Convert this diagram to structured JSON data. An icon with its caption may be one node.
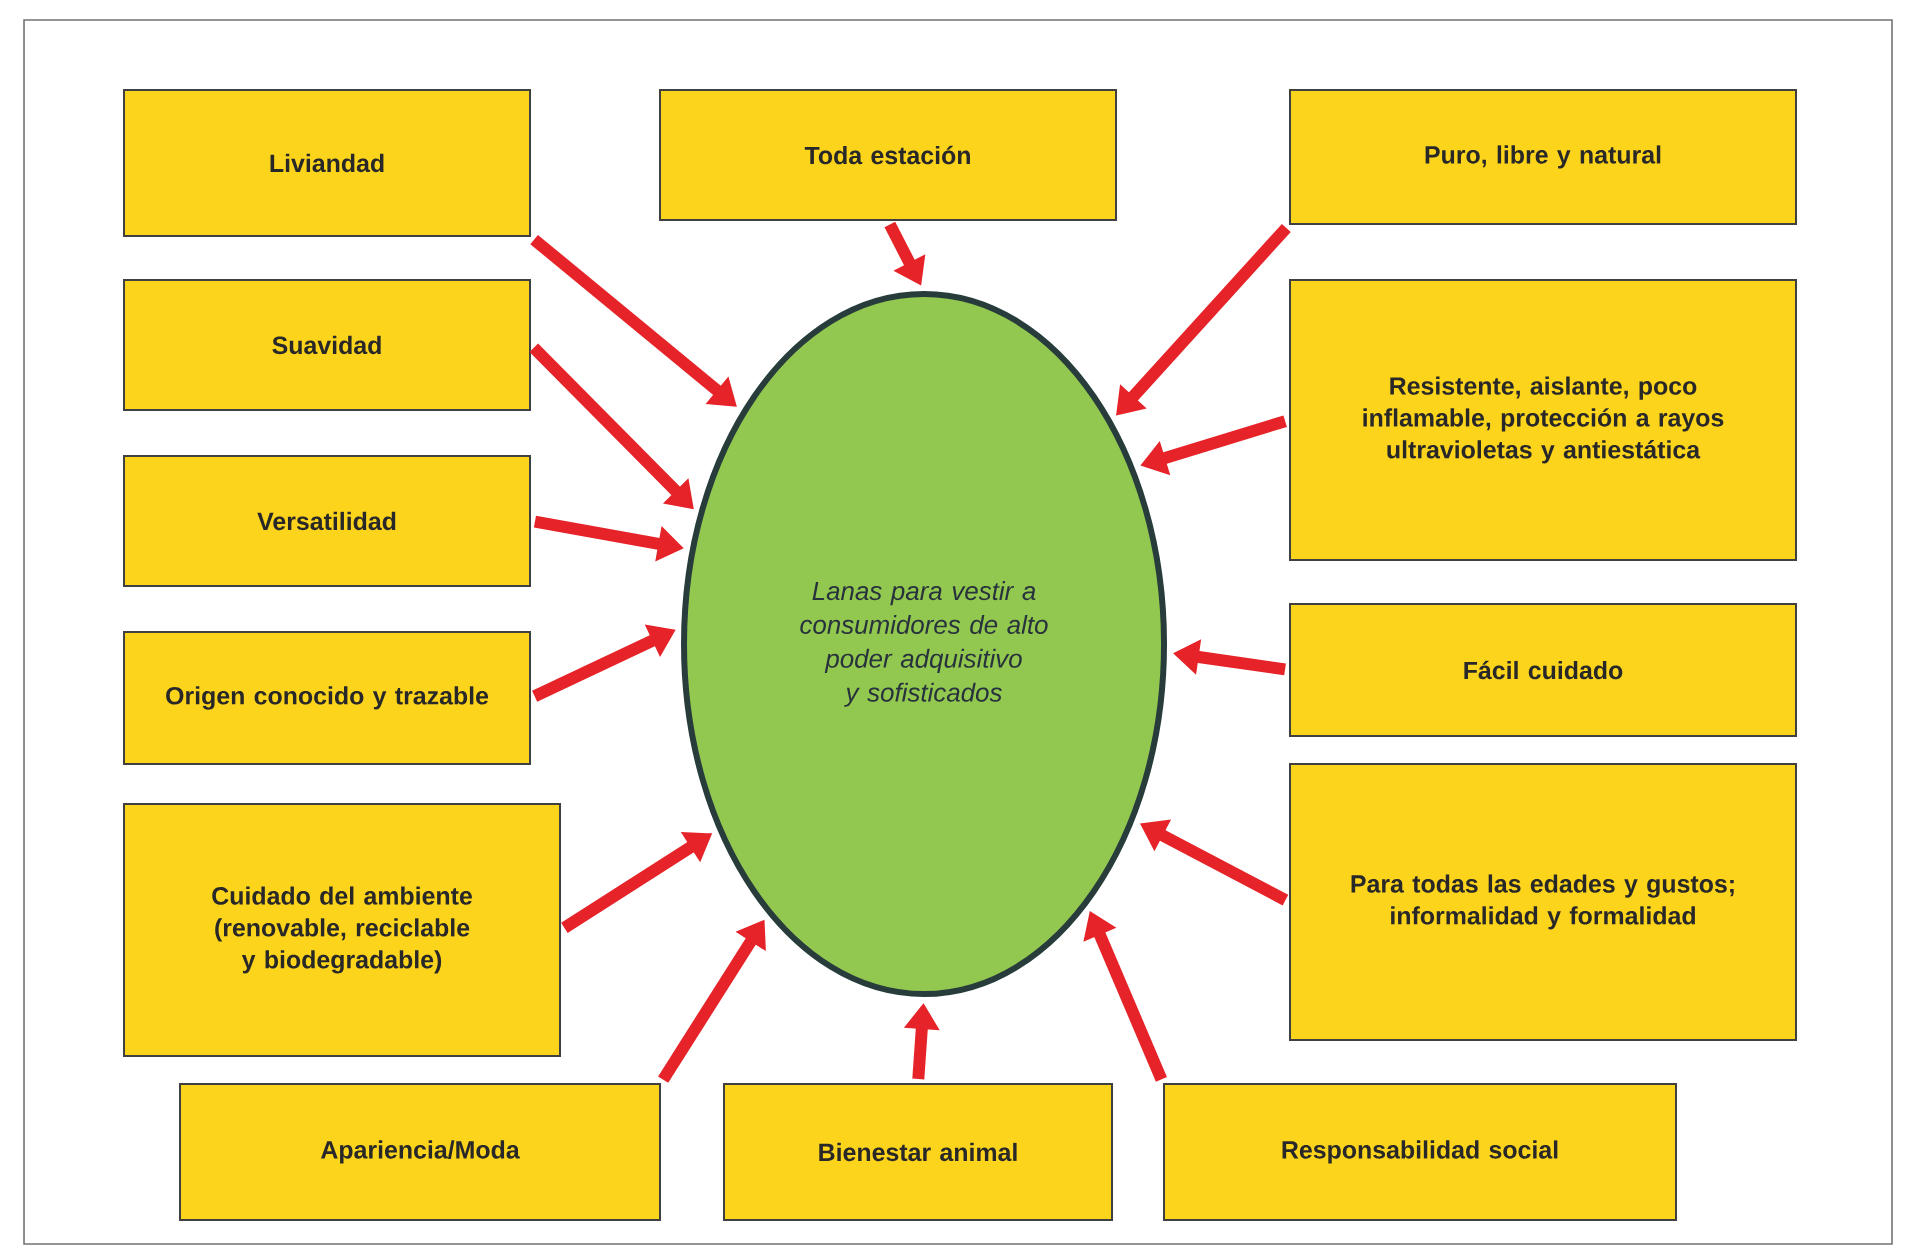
{
  "diagram": {
    "nodes": [
      {
        "text": [
          "Liviandad"
        ]
      },
      {
        "text": [
          "Toda estación"
        ]
      },
      {
        "text": [
          "Puro, libre y natural"
        ]
      },
      {
        "text": [
          "Suavidad"
        ]
      },
      {
        "text": [
          "Resistente,  aislante, poco inflamable,  protección a rayos ultravioletas y antiestática"
        ]
      },
      {
        "text": [
          "Versatilidad"
        ]
      },
      {
        "text": [
          "Origen conocido y trazable"
        ]
      },
      {
        "text": [
          "Fácil cuidado"
        ]
      },
      {
        "text": [
          "Cuidado del ambiente (renovable, reciclable y biodegradable)"
        ]
      },
      {
        "text": [
          "Para todas las edades y gustos; informalidad y formalidad"
        ]
      },
      {
        "text": [
          "Apariencia/Moda"
        ]
      },
      {
        "text": [
          "Bienestar animal"
        ]
      },
      {
        "text": [
          "Responsabilidad social"
        ]
      },
      {
        "text": [
          "Lanas para vestir a consumidores de alto poder adquisitivo  y sofisticados"
        ]
      }
    ],
    "edges": [
      {
        "from": 0,
        "to": 13,
        "arrow": "to"
      },
      {
        "from": 1,
        "to": 13,
        "arrow": "to"
      },
      {
        "from": 2,
        "to": 13,
        "arrow": "to"
      },
      {
        "from": 3,
        "to": 13,
        "arrow": "to"
      },
      {
        "from": 4,
        "to": 13,
        "arrow": "to"
      },
      {
        "from": 5,
        "to": 13,
        "arrow": "to"
      },
      {
        "from": 6,
        "to": 13,
        "arrow": "to"
      },
      {
        "from": 7,
        "to": 13,
        "arrow": "to"
      },
      {
        "from": 8,
        "to": 13,
        "arrow": "to"
      },
      {
        "from": 9,
        "to": 13,
        "arrow": "to"
      },
      {
        "from": 10,
        "to": 13,
        "arrow": "to"
      },
      {
        "from": 11,
        "to": 13,
        "arrow": "to"
      },
      {
        "from": 12,
        "to": 13,
        "arrow": "to"
      }
    ]
  }
}
